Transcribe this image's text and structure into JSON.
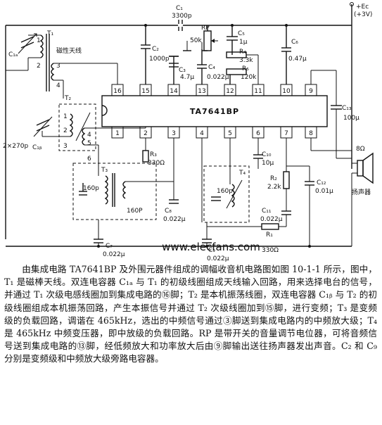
{
  "ic": {
    "label": "TA7641BP",
    "pins_top": [
      "16",
      "15",
      "14",
      "13",
      "12",
      "11",
      "10",
      "9"
    ],
    "pins_bottom": [
      "1",
      "2",
      "3",
      "4",
      "5",
      "6",
      "7",
      "8"
    ]
  },
  "supply": {
    "label": "+Ec",
    "voltage": "(+3V)"
  },
  "labels": {
    "antenna": "磁性天线",
    "t1": "T₁",
    "t2": "T₂",
    "t3": "T₃",
    "t4": "T₄",
    "c1": "C₁",
    "c1v": "3300p",
    "c2": "C₂",
    "c2v": "1000p",
    "c3": "C₃",
    "c3v": "4.7μ",
    "c4": "C₄",
    "c4v": "0.022μ",
    "c5": "C₅",
    "c5v": "1μ",
    "c6": "C₆",
    "c6v": "0.47μ",
    "c7": "C₇",
    "c7v": "0.022μ",
    "c8": "C₈",
    "c8v": "0.022μ",
    "c9": "C₉",
    "c9v": "0.022μ",
    "c10": "C₁₀",
    "c10v": "10μ",
    "c11": "C₁₁",
    "c11v": "0.022μ",
    "c12": "C₁₂",
    "c12v": "0.01μ",
    "c13": "C₁₃",
    "c13v": "100μ",
    "c1a": "C₁ₐ",
    "c1b": "C₁ᵦ",
    "rp": "RP",
    "rpv": "50k",
    "r1": "R₁",
    "r1v": "330Ω",
    "r2": "R₂",
    "r2v": "2.2k",
    "r3": "R₃",
    "r3v": "330Ω",
    "r4": "R₄",
    "r4v": "3.3k",
    "r5": "R₅",
    "r5v": "120k",
    "cap160a": "160p",
    "cap160b": "160p",
    "cap160c": "160P",
    "dual": "2×270p",
    "t1p1": "1",
    "t1p2": "2",
    "t1p3": "3",
    "t1p4": "4",
    "t2p4": "4",
    "t2p5": "5",
    "t2p6": "6",
    "t2p1": "1",
    "t2p2": "2",
    "t2p3": "3",
    "speaker": "扬声器",
    "speaker_imp": "8Ω"
  },
  "watermark": "www.elecfans.com",
  "description": "由集成电路 TA7641BP 及外围元器件组成的调幅收音机电路图如图 10-1-1 所示，图中，T₁ 是磁棒天线。双连电容器 C₁ₐ 与 T₁ 的初级线圈组成天线输入回路，用来选择电台的信号，并通过 T₁ 次级电感线圈加到集成电路的⑯脚；T₂ 是本机振荡线圈，双连电容器 C₁ᵦ 与 T₂ 的初级线圈组成本机振荡回路，产生本振信号并通过 T₂ 次级线圈加到⑮脚，进行变频；T₃ 是变频级的负载回路，调谐在 465kHz，选出的中频信号通过③脚送到集成电路内的中频放大级；T₄ 是 465kHz 中频变压器，即中放级的负载回路。RP 是带开关的音量调节电位器，可将音频信号送到集成电路的⑬脚，经低频放大和功率放大后由⑨脚输出送往扬声器发出声音。C₂ 和 C₉ 分别是变频级和中频放大级旁路电容器。"
}
